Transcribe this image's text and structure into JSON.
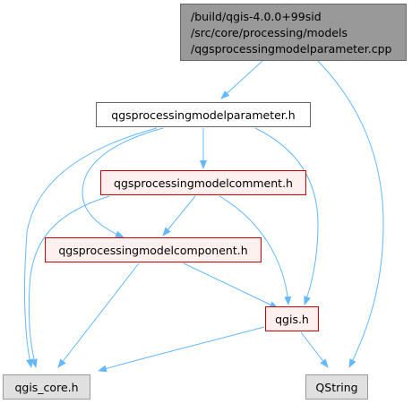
{
  "nodes": {
    "root": {
      "lines": [
        "/build/qgis-4.0.0+99sid",
        "/src/core/processing/models",
        "/qgsprocessingmodelparameter.cpp"
      ],
      "fill": "#999999",
      "border": "#666666"
    },
    "param_h": {
      "label": "qgsprocessingmodelparameter.h",
      "fill": "#ffffff",
      "border": "#666666"
    },
    "comment_h": {
      "label": "qgsprocessingmodelcomment.h",
      "fill": "#fff0f0",
      "border": "#cc0000"
    },
    "component_h": {
      "label": "qgsprocessingmodelcomponent.h",
      "fill": "#fff0f0",
      "border": "#cc0000"
    },
    "qgis_h": {
      "label": "qgis.h",
      "fill": "#fff0f0",
      "border": "#cc0000"
    },
    "qgis_core_h": {
      "label": "qgis_core.h",
      "fill": "#e0e0e0",
      "border": "#999999"
    },
    "qstring": {
      "label": "QString",
      "fill": "#e0e0e0",
      "border": "#999999"
    }
  },
  "edge_color": "#63b8ff"
}
